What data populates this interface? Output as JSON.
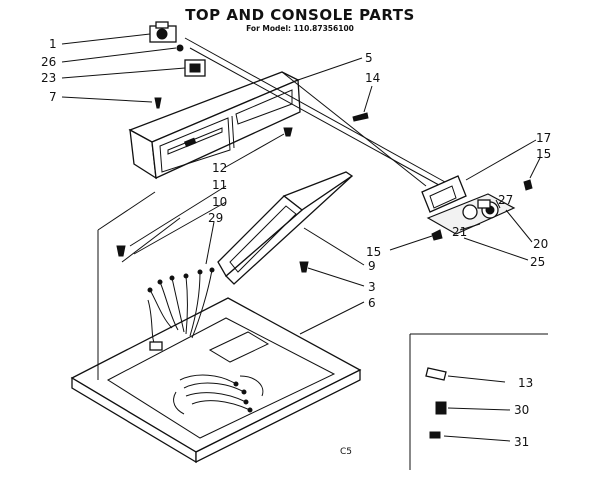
{
  "header": {
    "title": "TOP AND CONSOLE PARTS",
    "subtitle": "For Model: 110.87356100"
  },
  "callouts": [
    {
      "id": "c1",
      "text": "1"
    },
    {
      "id": "c26",
      "text": "26"
    },
    {
      "id": "c23",
      "text": "23"
    },
    {
      "id": "c7",
      "text": "7"
    },
    {
      "id": "c5",
      "text": "5"
    },
    {
      "id": "c14",
      "text": "14"
    },
    {
      "id": "c12",
      "text": "12"
    },
    {
      "id": "c11",
      "text": "11"
    },
    {
      "id": "c10",
      "text": "10"
    },
    {
      "id": "c29",
      "text": "29"
    },
    {
      "id": "c17",
      "text": "17"
    },
    {
      "id": "c15a",
      "text": "15"
    },
    {
      "id": "c27",
      "text": "27"
    },
    {
      "id": "c21",
      "text": "21"
    },
    {
      "id": "c15b",
      "text": "15"
    },
    {
      "id": "c20",
      "text": "20"
    },
    {
      "id": "c25",
      "text": "25"
    },
    {
      "id": "c9",
      "text": "9"
    },
    {
      "id": "c3",
      "text": "3"
    },
    {
      "id": "c6",
      "text": "6"
    },
    {
      "id": "c13",
      "text": "13"
    },
    {
      "id": "c30",
      "text": "30"
    },
    {
      "id": "c31",
      "text": "31"
    }
  ],
  "footer_code": "C5"
}
